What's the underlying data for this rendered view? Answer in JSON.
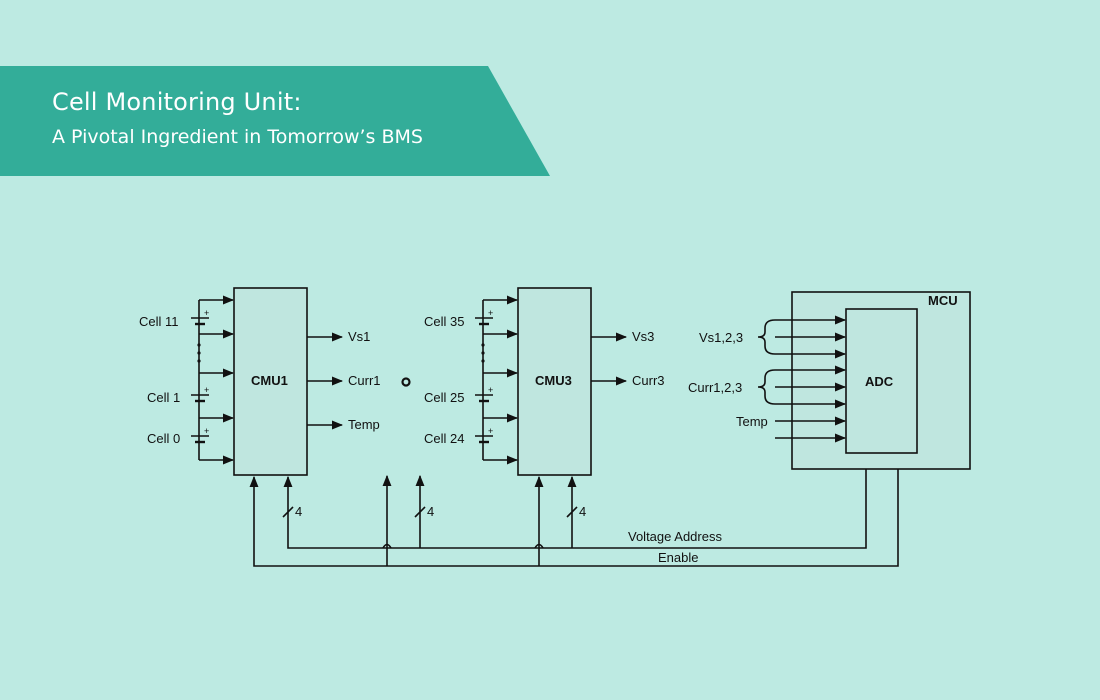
{
  "banner": {
    "title": "Cell Monitoring Unit:",
    "subtitle": "A Pivotal Ingredient in Tomorrow’s BMS"
  },
  "diagram": {
    "cmu1": {
      "label": "CMU1",
      "cells": [
        "Cell 11",
        "Cell 1",
        "Cell 0"
      ],
      "outputs": [
        "Vs1",
        "Curr1",
        "Temp"
      ],
      "bus_width": "4"
    },
    "middle": {
      "bus_width": "4"
    },
    "cmu3": {
      "label": "CMU3",
      "cells": [
        "Cell 35",
        "Cell 25",
        "Cell 24"
      ],
      "outputs": [
        "Vs3",
        "Curr3"
      ],
      "bus_width": "4"
    },
    "mcu": {
      "label": "MCU",
      "adc_label": "ADC",
      "inputs": [
        "Vs1,2,3",
        "Curr1,2,3",
        "Temp"
      ]
    },
    "bus_labels": {
      "voltage_address": "Voltage Address",
      "enable": "Enable"
    }
  },
  "colors": {
    "background": "#bdeae2",
    "banner": "#33ad99",
    "block_fill": "#bfe6df",
    "line": "#111111"
  }
}
